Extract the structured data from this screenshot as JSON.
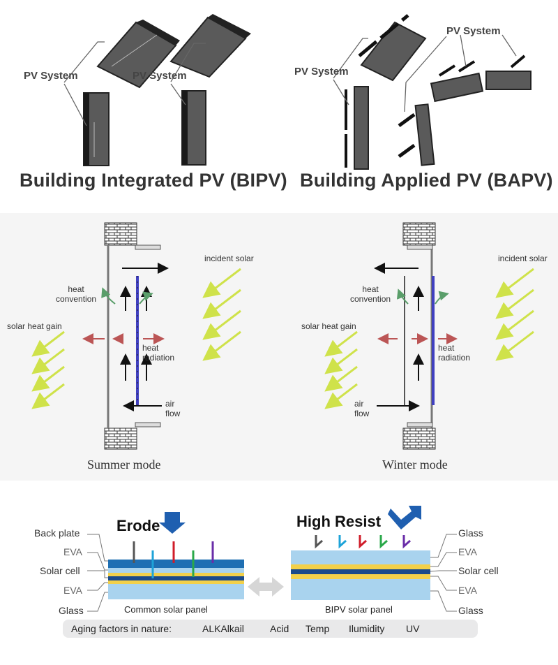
{
  "pv": {
    "bipv_label_a": "PV System",
    "bipv_label_b": "PV System",
    "bapv_label_a": "PV System",
    "bapv_label_b": "PV System",
    "bipv_title": "Building Integrated PV (BIPV)",
    "bapv_title": "Building Applied PV (BAPV)"
  },
  "modes": {
    "summer": {
      "incident": "incident solar",
      "heat_convention": "heat\nconvention",
      "solar_heat_gain": "solar heat gain",
      "heat_radiation": "heat\nradiation",
      "air_flow": "air\nflow",
      "caption": "Summer mode"
    },
    "winter": {
      "incident": "incident solar",
      "heat_convention": "heat\nconvention",
      "solar_heat_gain": "solar heat gain",
      "heat_radiation": "heat\nradiation",
      "air_flow": "air\nflow",
      "caption": "Winter mode"
    }
  },
  "panels": {
    "left_layers": [
      "Back plate",
      "EVA",
      "Solar cell",
      "EVA",
      "Glass"
    ],
    "right_layers": [
      "Glass",
      "EVA",
      "Solar cell",
      "EVA",
      "Glass"
    ],
    "erode": "Erode",
    "high_resist": "High Resist",
    "common_caption": "Common solar panel",
    "bipv_caption": "BIPV solar panel",
    "aging_label": "Aging factors in nature:",
    "aging_factors": [
      "ALKAlkail",
      "Acid",
      "Temp",
      "Ilumidity",
      "UV"
    ],
    "colors": {
      "blue": "#1f6fb3",
      "yellow": "#f2d04a",
      "light": "#a9d3ee",
      "dark_blue": "#1a4a8a"
    }
  }
}
